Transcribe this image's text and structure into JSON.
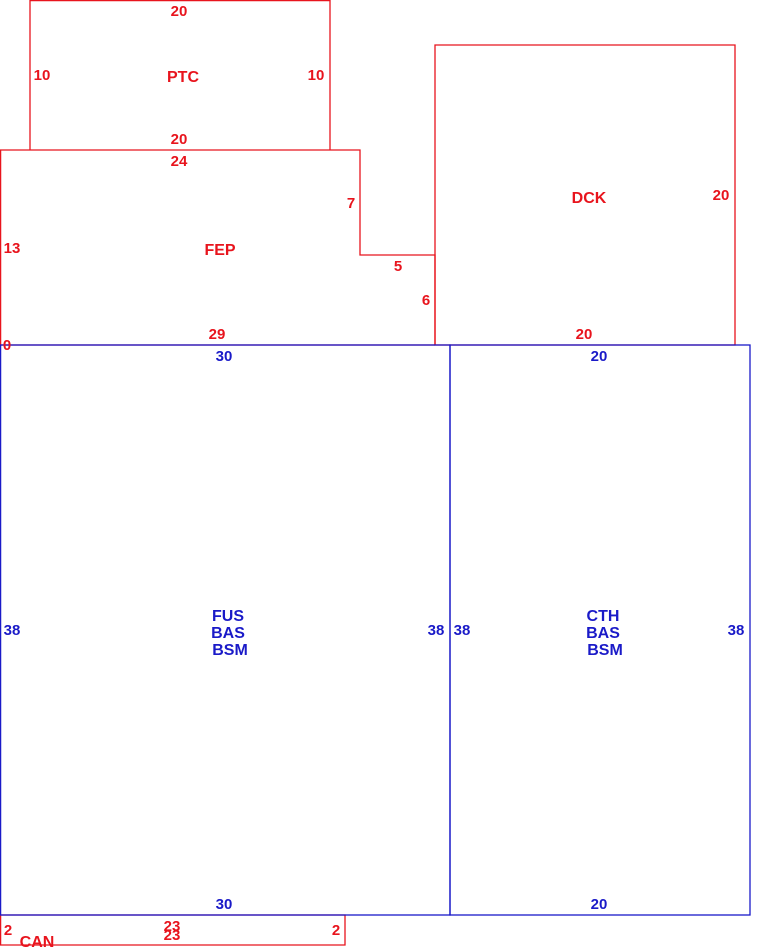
{
  "colors": {
    "upper_level": "#e8141d",
    "main_level": "#1a1ac8",
    "background": "#ffffff"
  },
  "areas": {
    "ptc": {
      "label": "PTC",
      "dims": {
        "top": "20",
        "left": "10",
        "right": "10",
        "bottom": "20"
      }
    },
    "fep": {
      "label": "FEP",
      "dims": {
        "top": "24",
        "left": "13",
        "step_right": "7",
        "step_top": "5",
        "step_lower_right": "6",
        "bottom": "29",
        "corner": "0"
      }
    },
    "dck": {
      "label": "DCK",
      "dims": {
        "right": "20",
        "bottom": "20"
      }
    },
    "fus": {
      "label_lines": [
        "FUS",
        "BAS",
        "BSM"
      ],
      "dims": {
        "top": "30",
        "left": "38",
        "right": "38",
        "bottom": "30"
      }
    },
    "cth": {
      "label_lines": [
        "CTH",
        "BAS",
        "BSM"
      ],
      "dims": {
        "top": "20",
        "left": "38",
        "right": "38",
        "bottom": "20"
      }
    },
    "can": {
      "label": "CAN",
      "dims": {
        "left": "2",
        "right": "2",
        "top": "23",
        "bottom": "23"
      }
    }
  }
}
